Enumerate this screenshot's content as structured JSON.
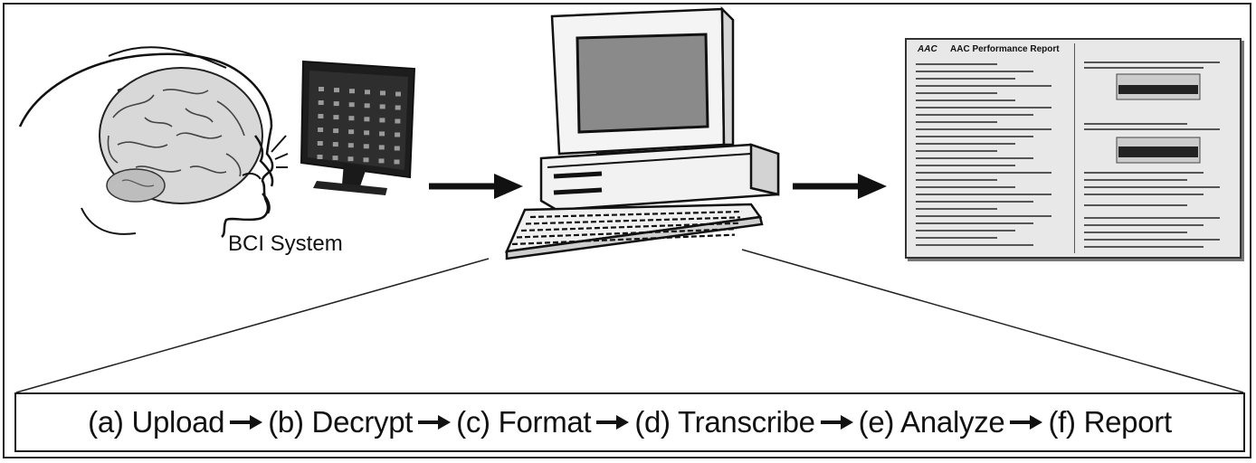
{
  "bci_label": "BCI System",
  "report": {
    "logo": "AAC",
    "title": "AAC Performance Report"
  },
  "pipeline": {
    "steps": [
      "(a) Upload",
      "(b) Decrypt",
      "(c) Format",
      "(d) Transcribe",
      "(e) Analyze",
      "(f) Report"
    ]
  },
  "colors": {
    "ink": "#111111",
    "screen_gray": "#8a8a8a",
    "report_bg": "#e8e8e8"
  }
}
